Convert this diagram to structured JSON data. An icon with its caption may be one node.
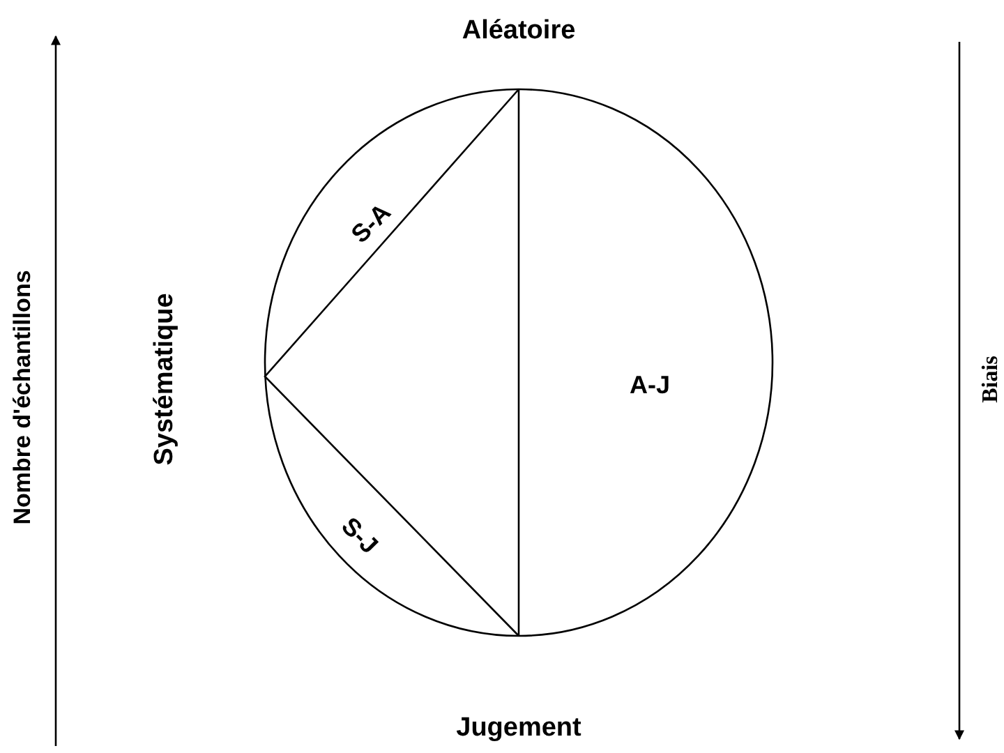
{
  "diagram": {
    "labels": [
      "Aléatoire",
      "Nombre d'échantillons",
      "S-A",
      "Systématique",
      "A-J",
      "Biais",
      "S-J",
      "Jugement"
    ]
  }
}
